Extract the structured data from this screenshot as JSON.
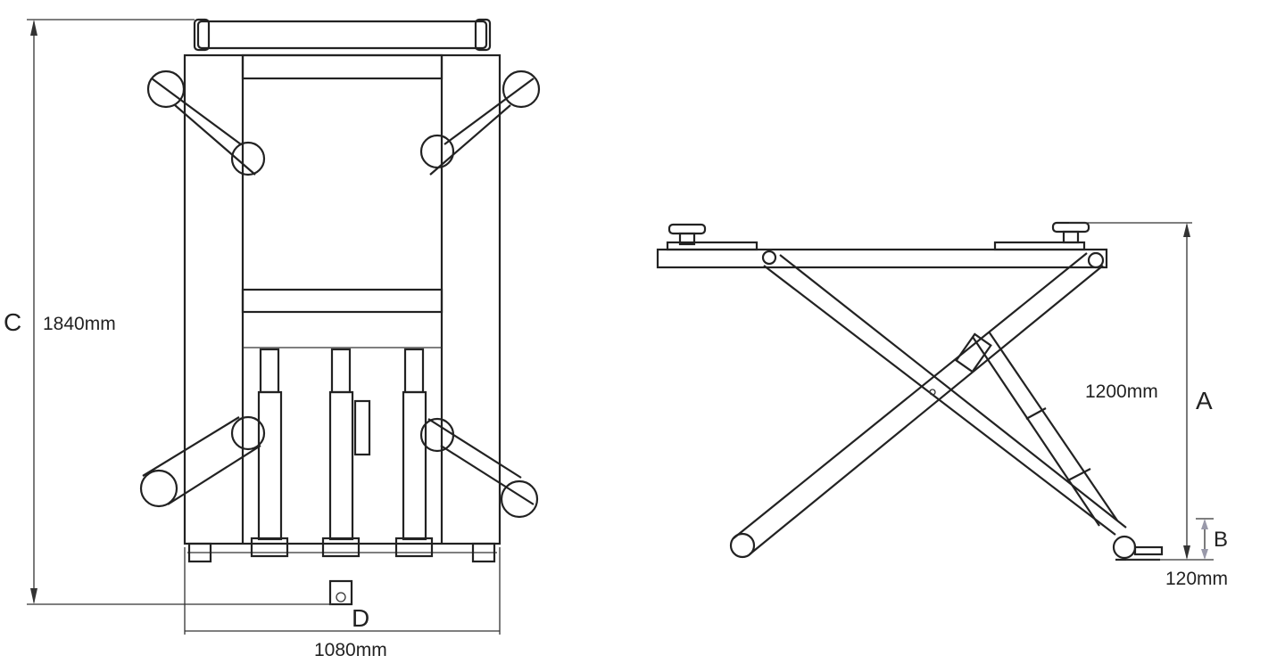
{
  "front_view": {
    "height_letter": "C",
    "height_value": "1840mm",
    "width_letter": "D",
    "width_value": "1080mm"
  },
  "side_view": {
    "lift_height_letter": "A",
    "lift_height_value": "1200mm",
    "min_height_letter": "B",
    "min_height_value": "120mm"
  }
}
